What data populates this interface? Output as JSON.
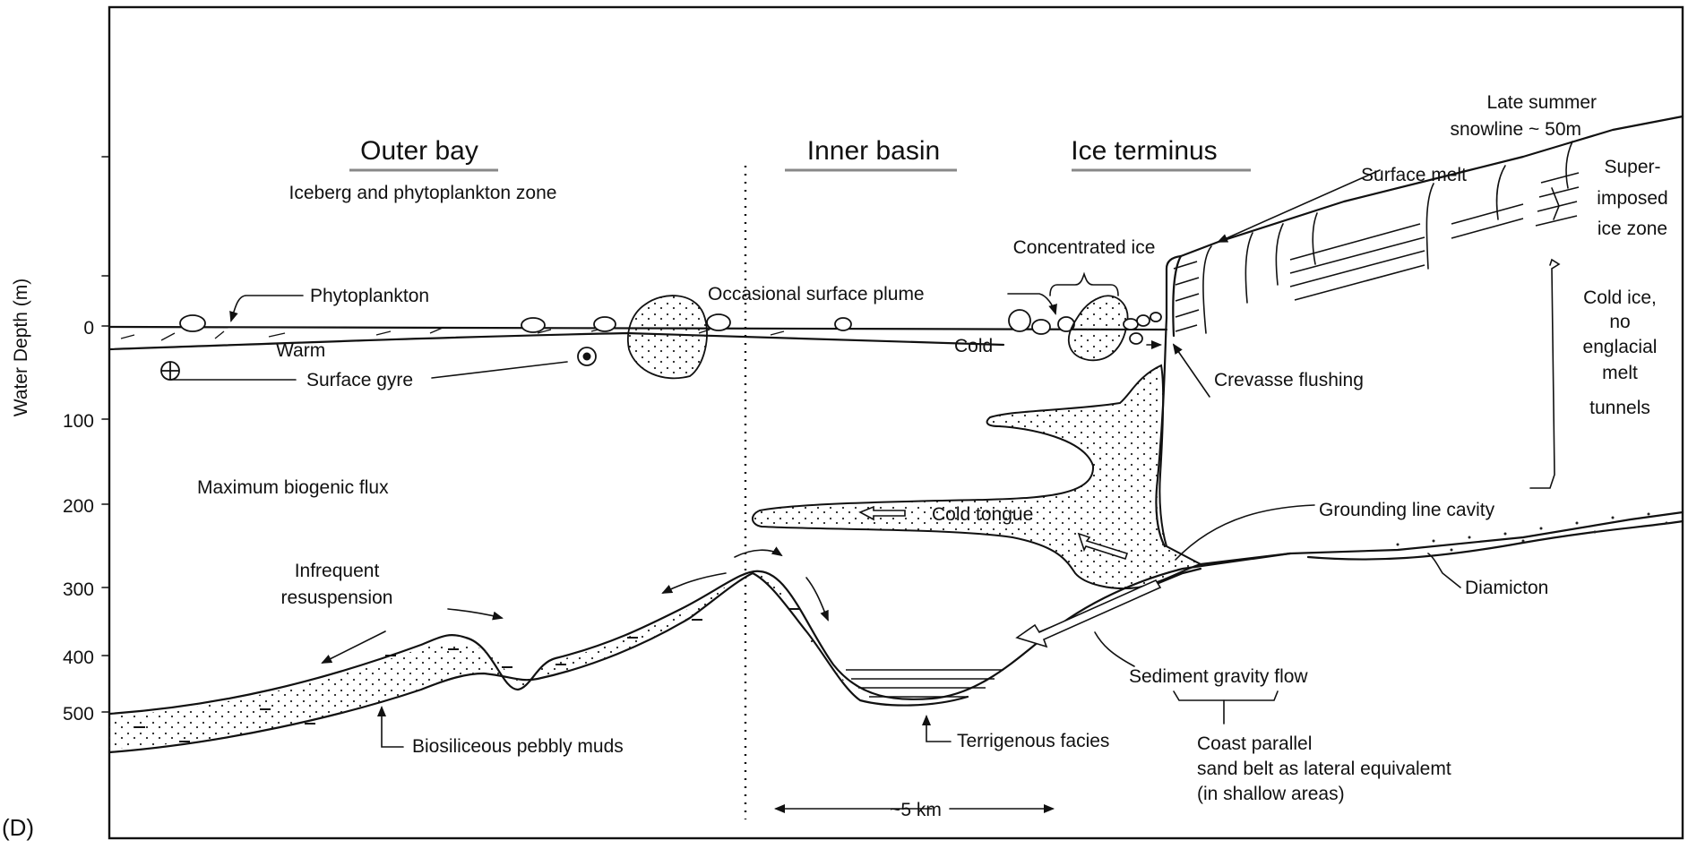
{
  "panel_label": "(D)",
  "axis": {
    "title": "Water Depth (m)",
    "ticks": [
      "0",
      "100",
      "200",
      "300",
      "400",
      "500"
    ]
  },
  "zones": {
    "outer_bay": "Outer bay",
    "outer_bay_sub": "Iceberg and phytoplankton zone",
    "inner_basin": "Inner basin",
    "ice_terminus": "Ice terminus"
  },
  "labels": {
    "snowline_1": "Late summer",
    "snowline_2": "snowline ~ 50m",
    "surface_melt": "Surface melt",
    "superimposed_1": "Super-",
    "superimposed_2": "imposed",
    "superimposed_3": "ice zone",
    "cold_ice_1": "Cold ice,",
    "cold_ice_2": "no",
    "cold_ice_3": "englacial",
    "cold_ice_4": "melt",
    "cold_ice_5": "tunnels",
    "concentrated_ice": "Concentrated ice",
    "phytoplankton": "Phytoplankton",
    "occasional_plume": "Occasional surface plume",
    "warm": "Warm",
    "cold": "Cold",
    "surface_gyre": "Surface gyre",
    "crevasse_flushing": "Crevasse flushing",
    "max_biogenic": "Maximum biogenic flux",
    "cold_tongue": "Cold tongue",
    "grounding_line": "Grounding line cavity",
    "infrequent_1": "Infrequent",
    "infrequent_2": "resuspension",
    "diamicton": "Diamicton",
    "sediment_gravity": "Sediment gravity flow",
    "biosiliceous": "Biosiliceous pebbly muds",
    "terrigenous": "Terrigenous facies",
    "coast_1": "Coast parallel",
    "coast_2": "sand belt as lateral equivalemt",
    "coast_3": "(in shallow areas)",
    "scale": "~5 km"
  }
}
